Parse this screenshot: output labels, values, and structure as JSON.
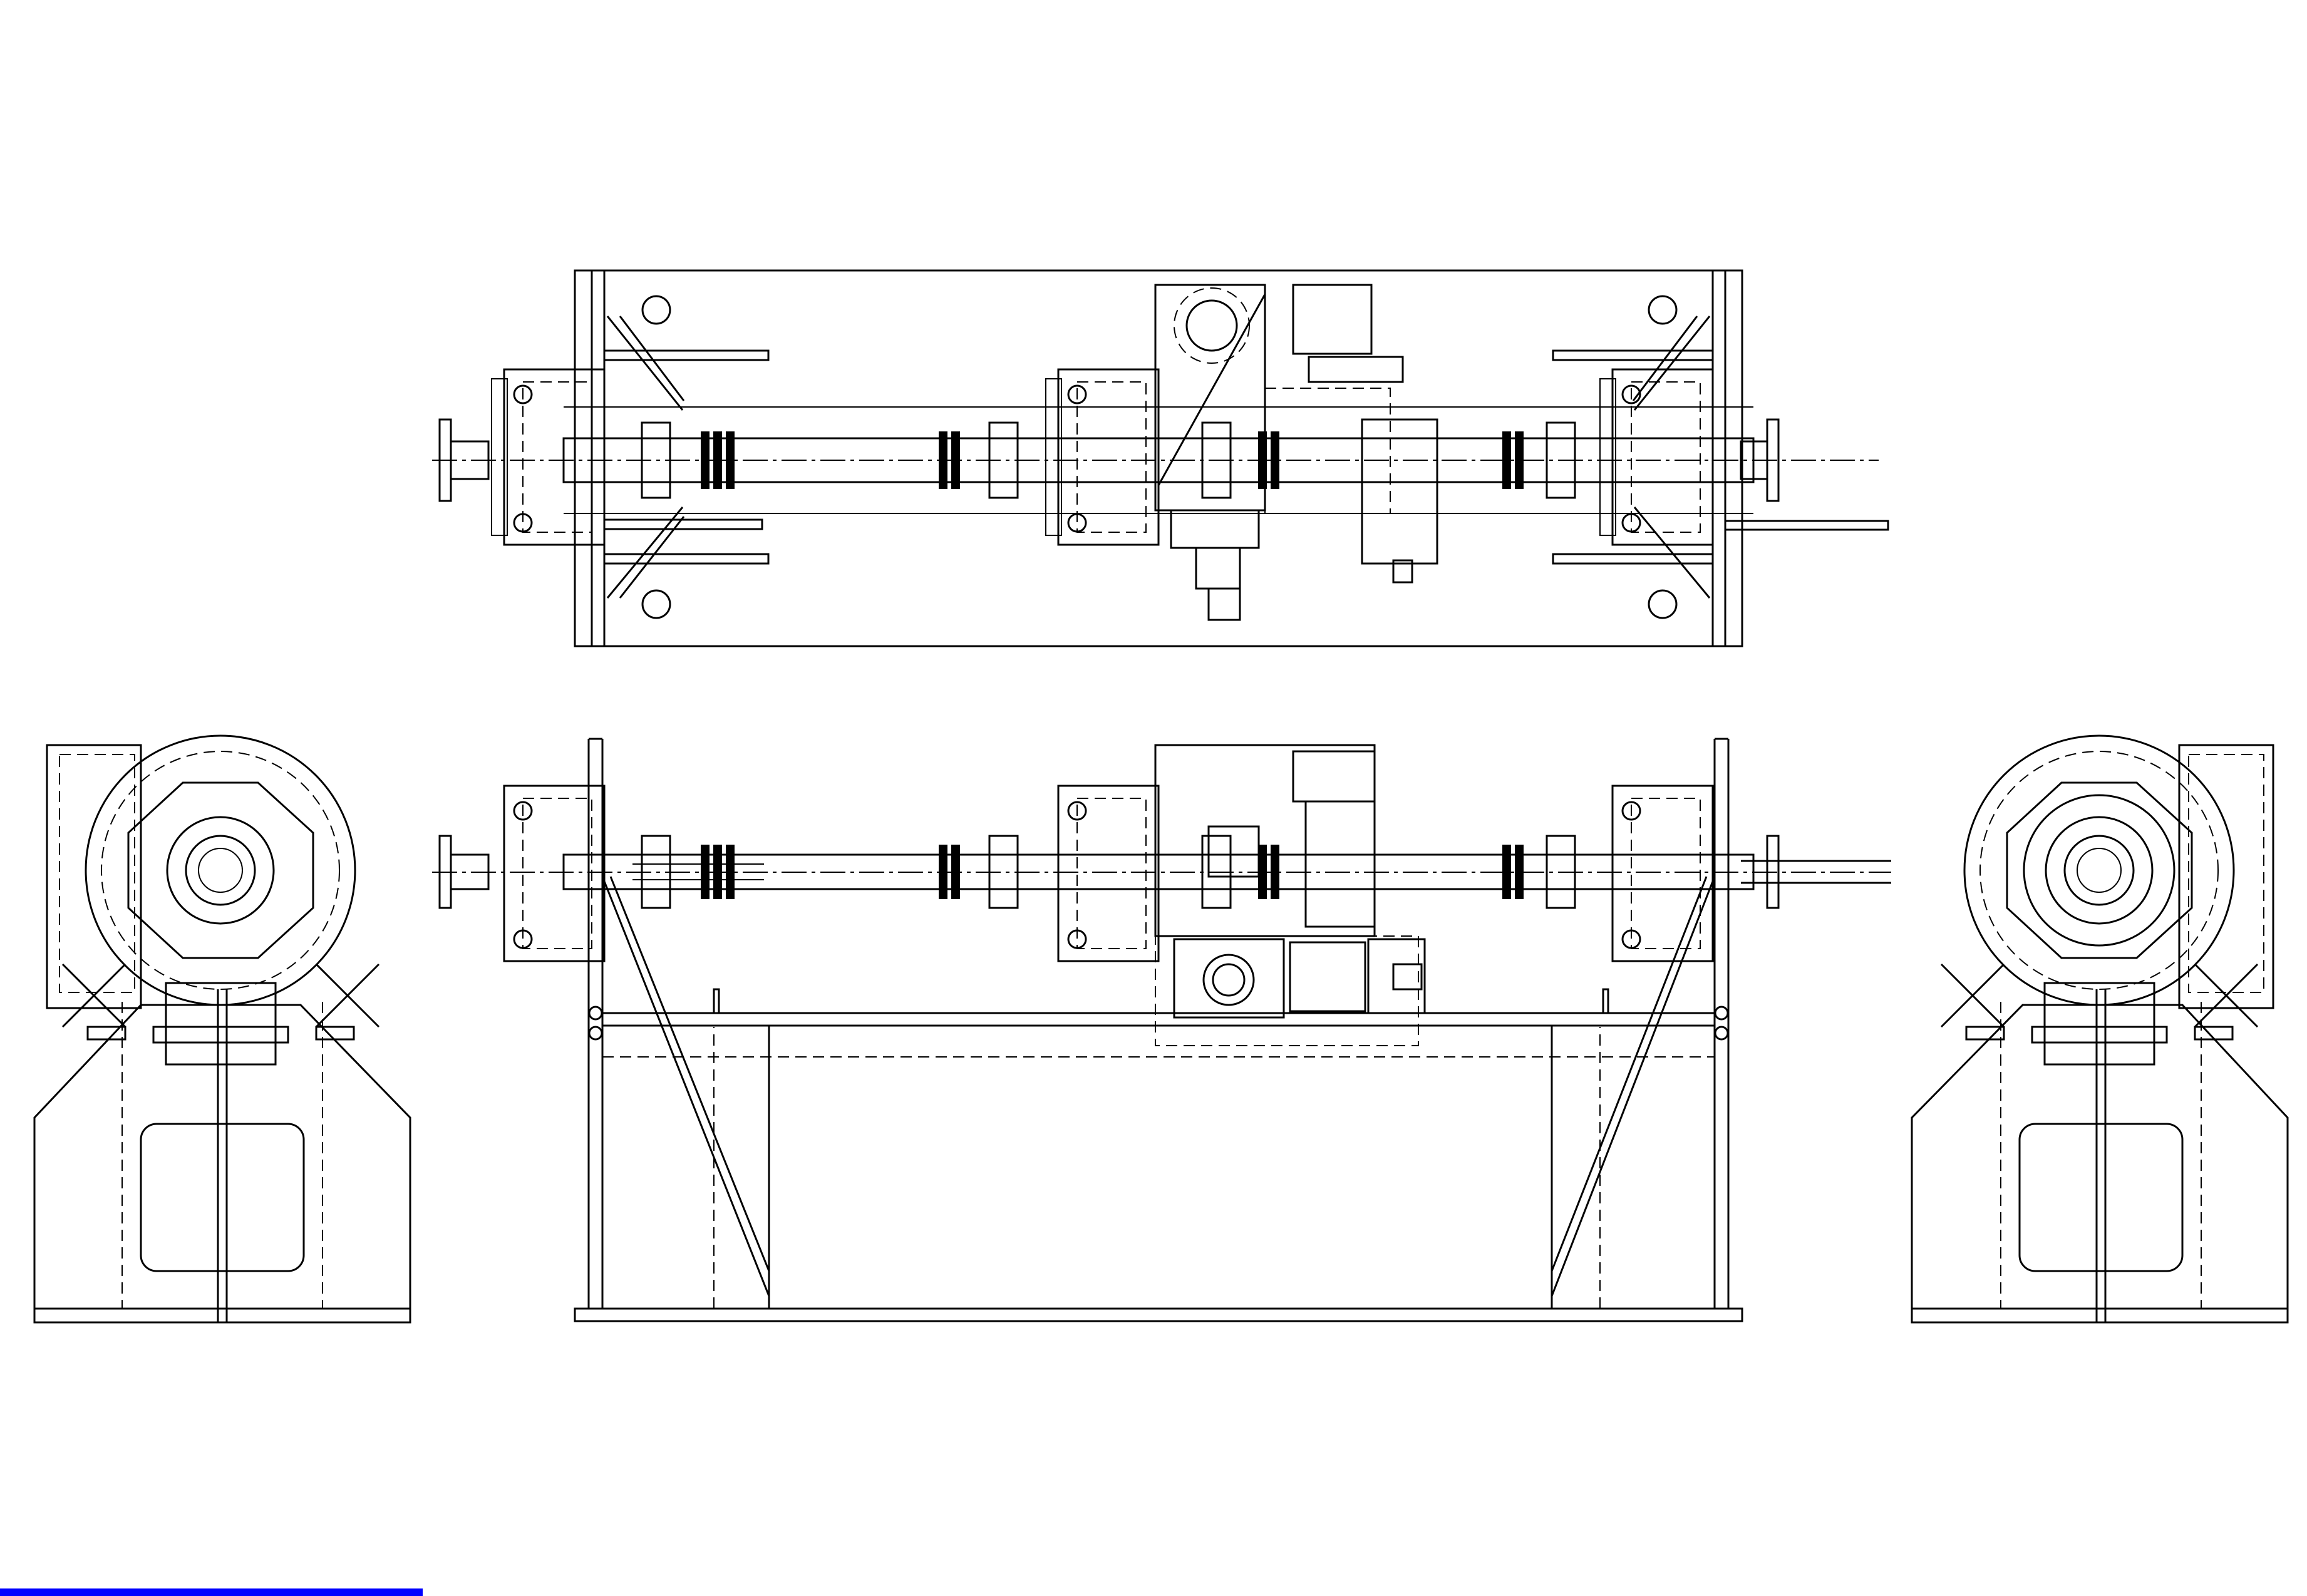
{
  "drawing": {
    "views": [
      "top-view",
      "front-view",
      "left-side-view",
      "right-side-view"
    ],
    "colors": {
      "line": "#000000",
      "background": "#ffffff",
      "status_bar": "#0000ff"
    }
  }
}
